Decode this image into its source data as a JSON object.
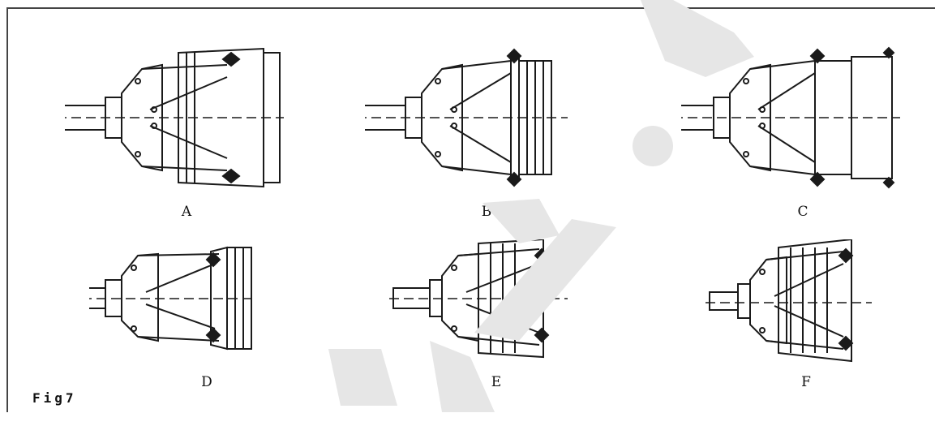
{
  "figure": {
    "caption": "Fig7",
    "panels": [
      {
        "label": "A"
      },
      {
        "label": "B"
      },
      {
        "label": "C"
      },
      {
        "label": "D"
      },
      {
        "label": "E"
      },
      {
        "label": "F"
      }
    ]
  },
  "colors": {
    "line": "#1a1a1a",
    "watermark": "#e6e6e6",
    "frame": "#444444"
  },
  "icons": [
    "wheel-rim-clamp-drawing"
  ]
}
